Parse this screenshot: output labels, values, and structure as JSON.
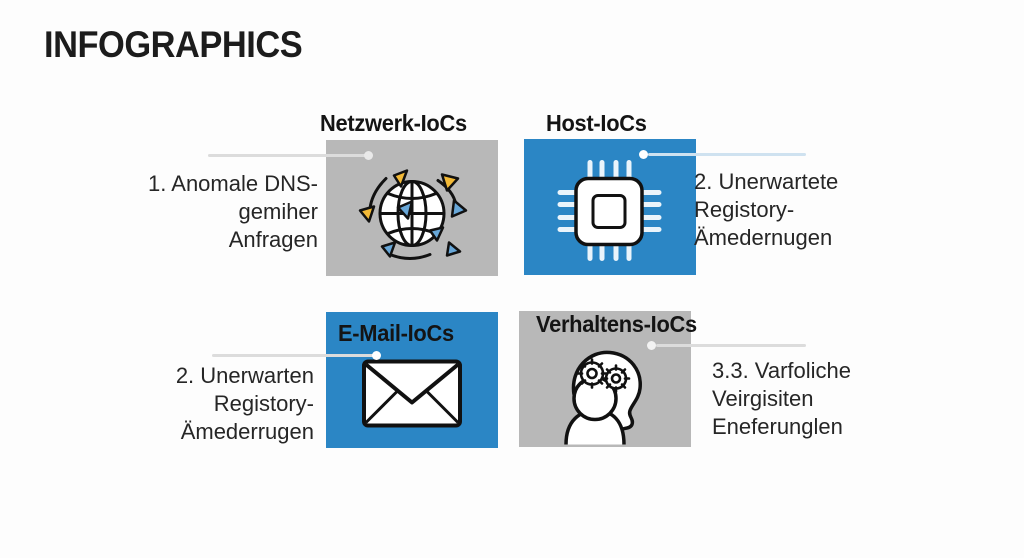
{
  "slide": {
    "title": "INFOGRAPHICS",
    "background_color": "#fdfdfd"
  },
  "theme": {
    "gray_tile": "#b8b8b8",
    "blue_tile": "#2b86c5",
    "text_color": "#262626",
    "title_color": "#1c1c1c",
    "connector_color": "#dcdcdc",
    "icon_accent_yellow": "#f2b937",
    "icon_accent_blue": "#68a7d8"
  },
  "items": [
    {
      "caption": "Netzwerk-IoCs",
      "icon": "globe-network-arrows-icon",
      "tile_color": "gray",
      "text": "1. Anomale DNS-\ngemiher\nAnfragen",
      "align": "right"
    },
    {
      "caption": "Host-IoCs",
      "icon": "cpu-chip-icon",
      "tile_color": "blue",
      "text": "2. Unerwartete\nRegistory-\nÄmedernugen",
      "align": "left"
    },
    {
      "caption": "E-Mail-IoCs",
      "icon": "envelope-mail-icon",
      "tile_color": "blue",
      "text": "2. Unerwarten\nRegistory-\nÄmederrugen",
      "align": "right"
    },
    {
      "caption": "Verhaltens-IoCs",
      "icon": "head-gears-behavior-icon",
      "tile_color": "gray",
      "text": "3.3. Varfoliche\nVeirgisiten\nEneferunglen",
      "align": "left"
    }
  ]
}
